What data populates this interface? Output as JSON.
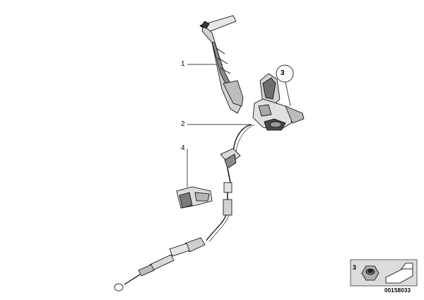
{
  "callouts": {
    "c1": "1",
    "c2": "2",
    "c3": "3",
    "c4": "4"
  },
  "legend": {
    "item_number": "3"
  },
  "diagram_id": "00158033",
  "colors": {
    "line": "#000000",
    "shade_dark": "#3a3a3a",
    "shade_mid": "#8c8c8c",
    "shade_light": "#d9d9d9",
    "legend_box": "#dcdcdc"
  }
}
